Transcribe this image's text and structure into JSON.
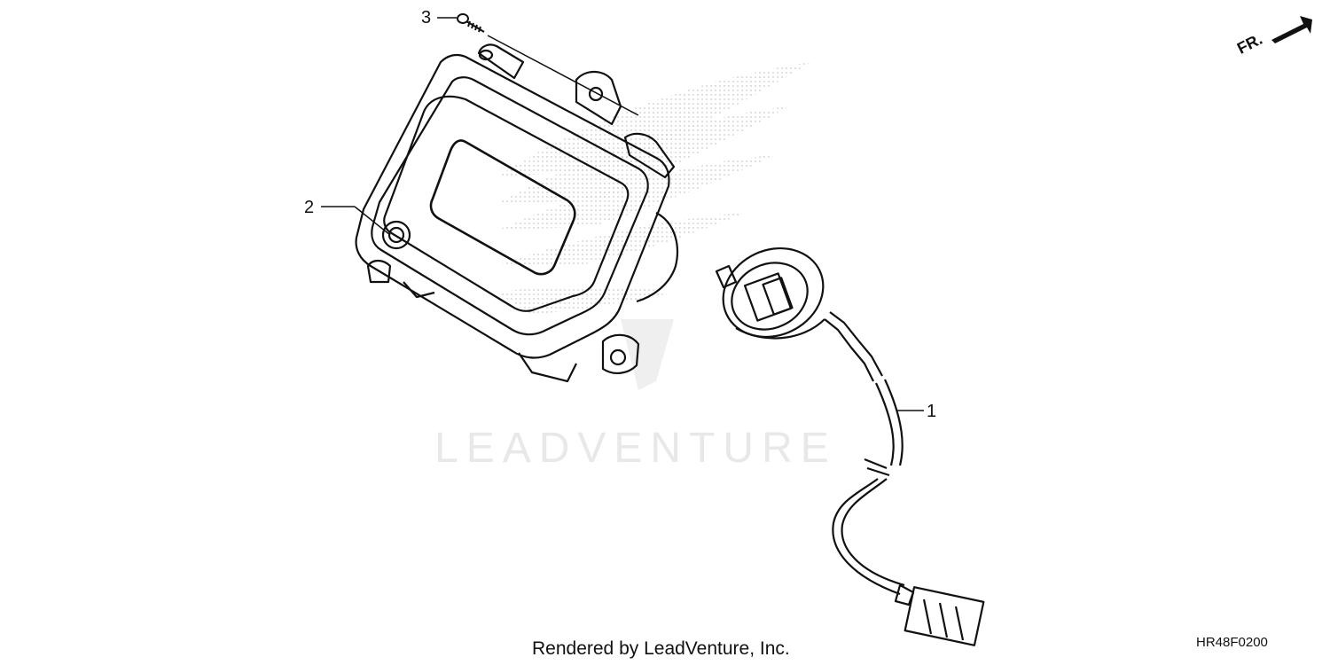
{
  "callouts": [
    {
      "id": "1",
      "label": "1"
    },
    {
      "id": "2",
      "label": "2"
    },
    {
      "id": "3",
      "label": "3"
    }
  ],
  "direction_indicator": {
    "label": "FR."
  },
  "watermark": {
    "text": "LEADVENTURE"
  },
  "footer": {
    "credit": "Rendered by LeadVenture, Inc.",
    "diagram_code": "HR48F0200"
  }
}
